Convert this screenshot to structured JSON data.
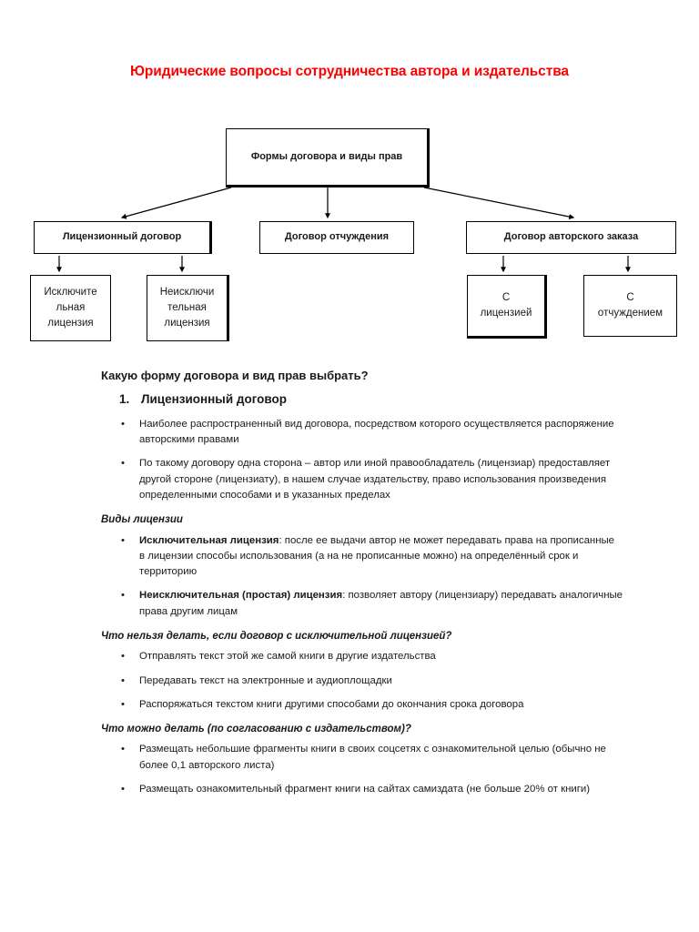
{
  "document": {
    "title": "Юридические вопросы сотрудничества автора и издательства",
    "title_color": "#FF0000"
  },
  "diagram": {
    "root": {
      "label": "Формы договора и виды прав"
    },
    "level1": [
      {
        "id": "licenzionnyy",
        "label": "Лицензионный договор"
      },
      {
        "id": "otchuzhdeniya",
        "label": "Договор отчуждения"
      },
      {
        "id": "avtorskogo-zakaza",
        "label": "Договор авторского заказа"
      }
    ],
    "level2": [
      {
        "id": "isklyuchitelnaya",
        "parent": "licenzionnyy",
        "line1": "Исключите",
        "line2": "льная",
        "line3": "лицензия"
      },
      {
        "id": "neisklyuchitelnaya",
        "parent": "licenzionnyy",
        "line1": "Неисключи",
        "line2": "тельная",
        "line3": "лицензия"
      },
      {
        "id": "s-licenziey",
        "parent": "avtorskogo-zakaza",
        "line1": "С",
        "line2": "лицензией",
        "line3": ""
      },
      {
        "id": "s-otchuzhdeniem",
        "parent": "avtorskogo-zakaza",
        "line1": "С",
        "line2": "отчуждением",
        "line3": ""
      }
    ]
  },
  "content": {
    "question_heading": "Какую форму договора и вид прав выбрать?",
    "numbered_item": {
      "number": "1.",
      "label": "Лицензионный договор"
    },
    "intro_bullets": [
      "Наиболее распространенный вид договора, посредством которого осуществляется распоряжение авторскими правами",
      "По такому договору одна сторона – автор или иной правообладатель (лицензиар) предоставляет другой стороне (лицензиату), в нашем случае издательству, право использования произведения определенными способами и в указанных пределах"
    ],
    "license_types_heading": "Виды лицензии",
    "license_types": [
      {
        "term": "Исключительная лицензия",
        "text": ": после ее выдачи автор не может передавать права на прописанные в лицензии способы использования (а на не прописанные можно) на определённый срок и территорию"
      },
      {
        "term": "Неисключительная (простая) лицензия",
        "text": ": позволяет автору (лицензиару) передавать аналогичные права другим лицам"
      }
    ],
    "forbidden_heading": "Что нельзя делать, если договор с исключительной лицензией?",
    "forbidden_bullets": [
      "Отправлять текст этой же самой книги в другие издательства",
      "Передавать текст на электронные и аудиоплощадки",
      "Распоряжаться текстом книги другими способами до окончания срока договора"
    ],
    "allowed_heading": "Что можно делать (по согласованию с издательством)?",
    "allowed_bullets": [
      "Размещать небольшие фрагменты книги в своих соцсетях с ознакомительной целью (обычно не более 0,1 авторского листа)",
      "Размещать ознакомительный фрагмент книги на сайтах самиздата (не больше 20% от книги)"
    ]
  }
}
